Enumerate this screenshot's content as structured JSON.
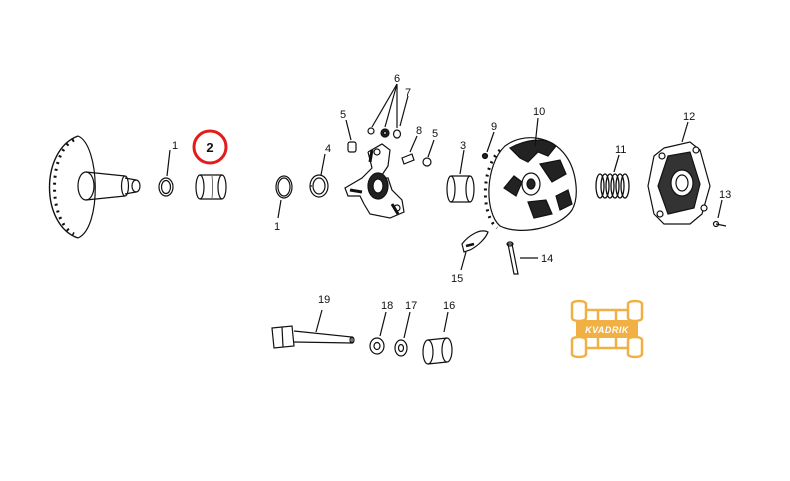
{
  "diagram": {
    "highlighted_part": "2",
    "highlight_color": "#e31b1b",
    "line_color": "#111111",
    "labels": {
      "p1a": "1",
      "p1b": "1",
      "p2": "2",
      "p3": "3",
      "p4": "4",
      "p5a": "5",
      "p5b": "5",
      "p6": "6",
      "p7": "7",
      "p8": "8",
      "p9": "9",
      "p10": "10",
      "p11": "11",
      "p12": "12",
      "p13": "13",
      "p14": "14",
      "p15": "15",
      "p16": "16",
      "p17": "17",
      "p18": "18",
      "p19": "19"
    }
  },
  "watermark": {
    "text": "KVADRIK",
    "color": "#f0a830"
  }
}
